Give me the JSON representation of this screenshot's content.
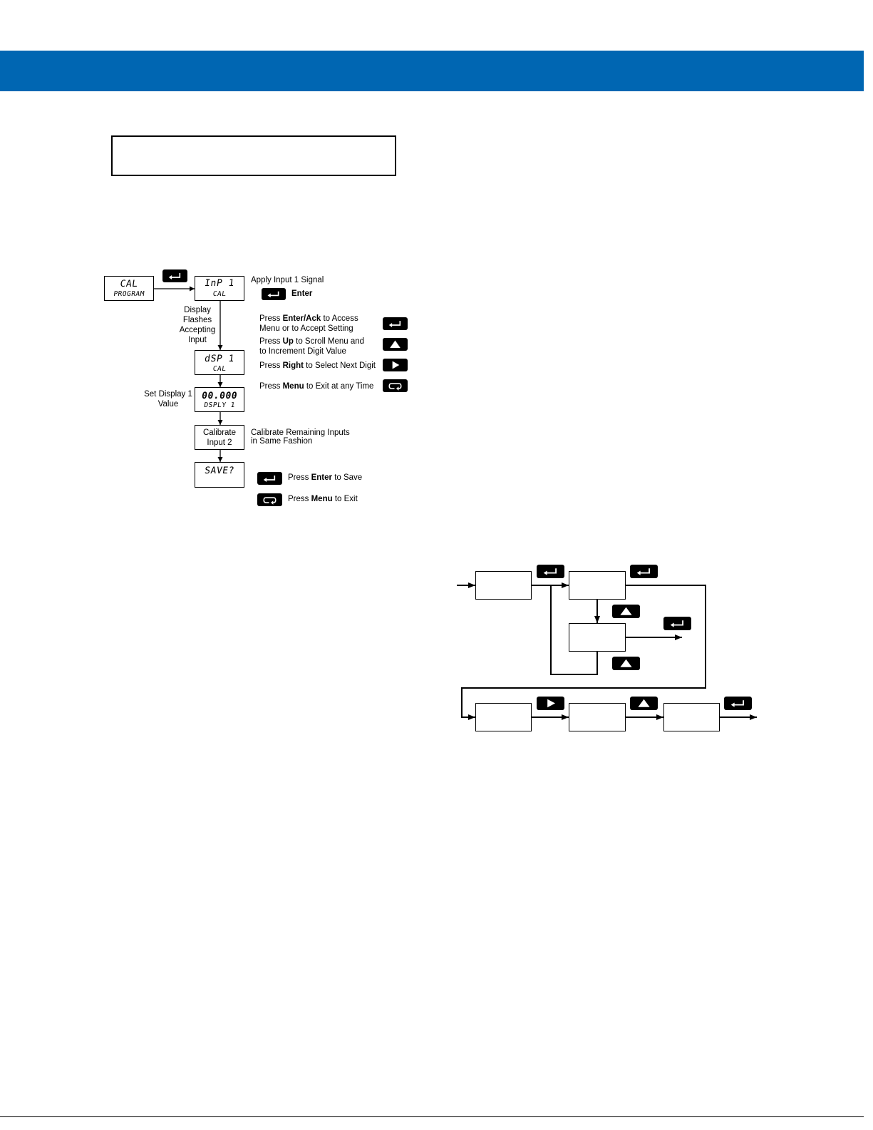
{
  "colors": {
    "header_bar": "#0066b2",
    "key_fill": "#000000",
    "lines": "#000000"
  },
  "calibration_flow": {
    "steps": [
      {
        "line1": "CAL",
        "line2": "PROGRAM"
      },
      {
        "line1": "InP 1",
        "line2": "CAL"
      },
      {
        "line1": "dSP 1",
        "line2": "CAL"
      },
      {
        "line1": "00.000",
        "line2": "DSPLY 1"
      },
      {
        "line1": "Calibrate",
        "line2": "Input 2"
      },
      {
        "line1": "SAVE?"
      }
    ],
    "keys": {
      "start": "enter-key-icon",
      "apply": "enter-key-icon"
    },
    "notes": {
      "apply_signal": "Apply Input 1 Signal",
      "enter_label": "Enter",
      "display_flashes": [
        "Display",
        "Flashes",
        "Accepting",
        "Input"
      ],
      "set_display": [
        "Set Display 1",
        "Value"
      ],
      "calibrate_remaining": [
        "Calibrate Remaining Inputs",
        "in Same Fashion"
      ]
    },
    "legend": [
      {
        "icon": "enter-key-icon",
        "pre": "Press ",
        "bold": "Enter/Ack",
        "post": " to Access",
        "line2": "Menu or to Accept Setting"
      },
      {
        "icon": "up-key-icon",
        "pre": "Press ",
        "bold": "Up",
        "post": " to Scroll Menu and",
        "line2": "to Increment Digit Value"
      },
      {
        "icon": "right-key-icon",
        "pre": "Press ",
        "bold": "Right",
        "post": " to Select Next Digit"
      },
      {
        "icon": "menu-key-icon",
        "pre": "Press ",
        "bold": "Menu",
        "post": " to Exit at any Time"
      }
    ],
    "save_actions": [
      {
        "icon": "enter-key-icon",
        "pre": "Press ",
        "bold": "Enter",
        "post": " to Save"
      },
      {
        "icon": "menu-key-icon",
        "pre": "Press ",
        "bold": "Menu",
        "post": " to Exit"
      }
    ]
  },
  "navigation_flow": {
    "keys": [
      "enter-key-icon",
      "enter-key-icon",
      "up-key-icon",
      "enter-key-icon",
      "up-key-icon",
      "right-key-icon",
      "up-key-icon",
      "enter-key-icon"
    ]
  }
}
